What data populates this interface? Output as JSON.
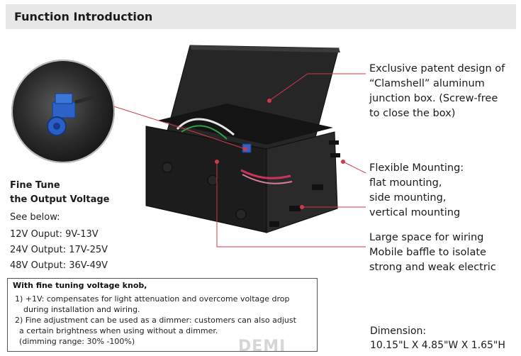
{
  "header": {
    "title": "Function Introduction"
  },
  "fine_tune": {
    "title_line1": "Fine Tune",
    "title_line2": "the Output Voltage",
    "see_below": "See below:",
    "outputs": [
      "12V Ouput: 9V-13V",
      "24V Output: 17V-25V",
      "48V Output: 36V-49V"
    ]
  },
  "features": {
    "clamshell": [
      "Exclusive patent design of",
      "“Clamshell” aluminum",
      "junction box. (Screw-free",
      "to close the box)"
    ],
    "mounting": [
      "Flexible Mounting:",
      "flat mounting,",
      "side mounting,",
      "vertical mounting"
    ],
    "wiring": [
      "Large space for wiring",
      "Mobile baffle to isolate",
      "strong and weak electric"
    ],
    "dimension": [
      "Dimension:",
      "10.15\"L X 4.85\"W X 1.65\"H"
    ]
  },
  "knob_box": {
    "title": "With fine tuning voltage knob,",
    "lines": [
      "1)  +1V:  compensates for light attenuation and overcome voltage drop",
      "during installation and wiring.",
      "2) Fine adjustment can be used as a dimmer: customers can also adjust",
      "a certain brightness when using without a dimmer.",
      "(dimming range: 30% -100%)"
    ]
  },
  "watermark": "DEMI",
  "colors": {
    "header_bg": "#e7e7e7",
    "leader_line": "#d0394a",
    "box_body": "#1e1e1e",
    "knob": "#2d63c9"
  }
}
